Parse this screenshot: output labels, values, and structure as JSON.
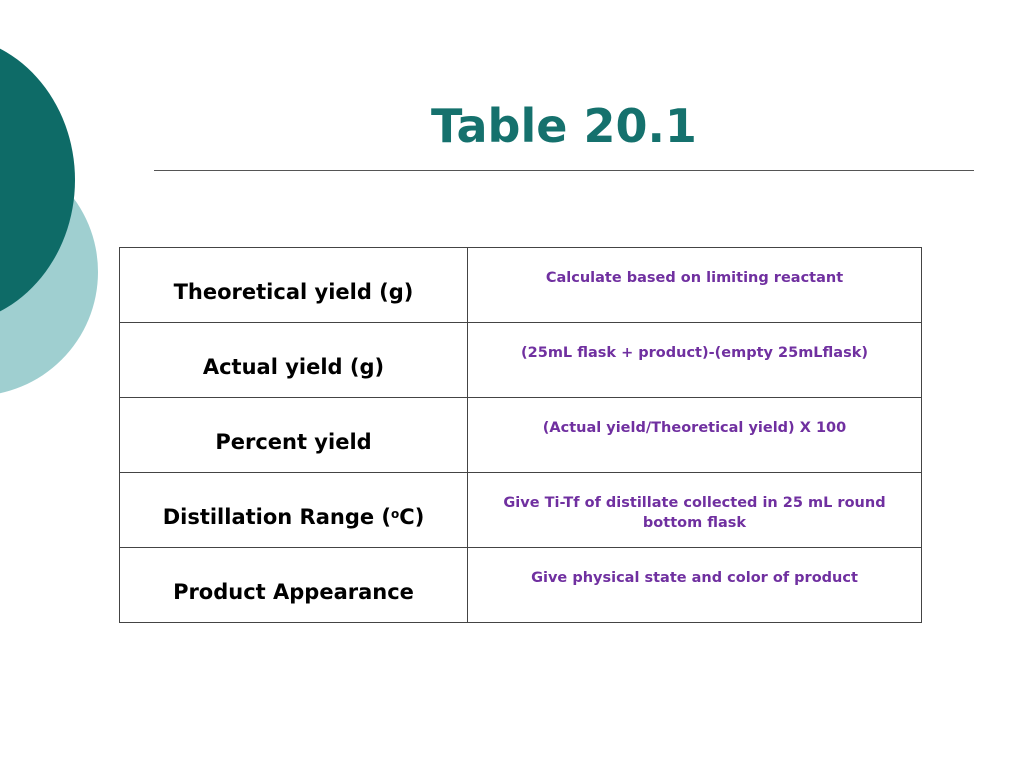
{
  "slide": {
    "title": "Table 20.1",
    "colors": {
      "title": "#15716d",
      "decoration_dark": "#0e6b67",
      "decoration_light": "#9fcfd0",
      "instruction_text": "#7030a0"
    }
  },
  "table": {
    "rows": [
      {
        "label": "Theoretical yield (g)",
        "instruction": "Calculate based on limiting reactant"
      },
      {
        "label": "Actual yield (g)",
        "instruction": "(25mL flask + product)-(empty 25mLflask)"
      },
      {
        "label": "Percent yield",
        "instruction": "(Actual yield/Theoretical yield) X 100"
      },
      {
        "label_prefix": "Distillation Range (",
        "label_sup": "o",
        "label_suffix": "C)",
        "instruction": "Give Ti-Tf of distillate collected in 25 mL round bottom flask"
      },
      {
        "label": "Product Appearance",
        "instruction": "Give physical state and color of product"
      }
    ]
  }
}
